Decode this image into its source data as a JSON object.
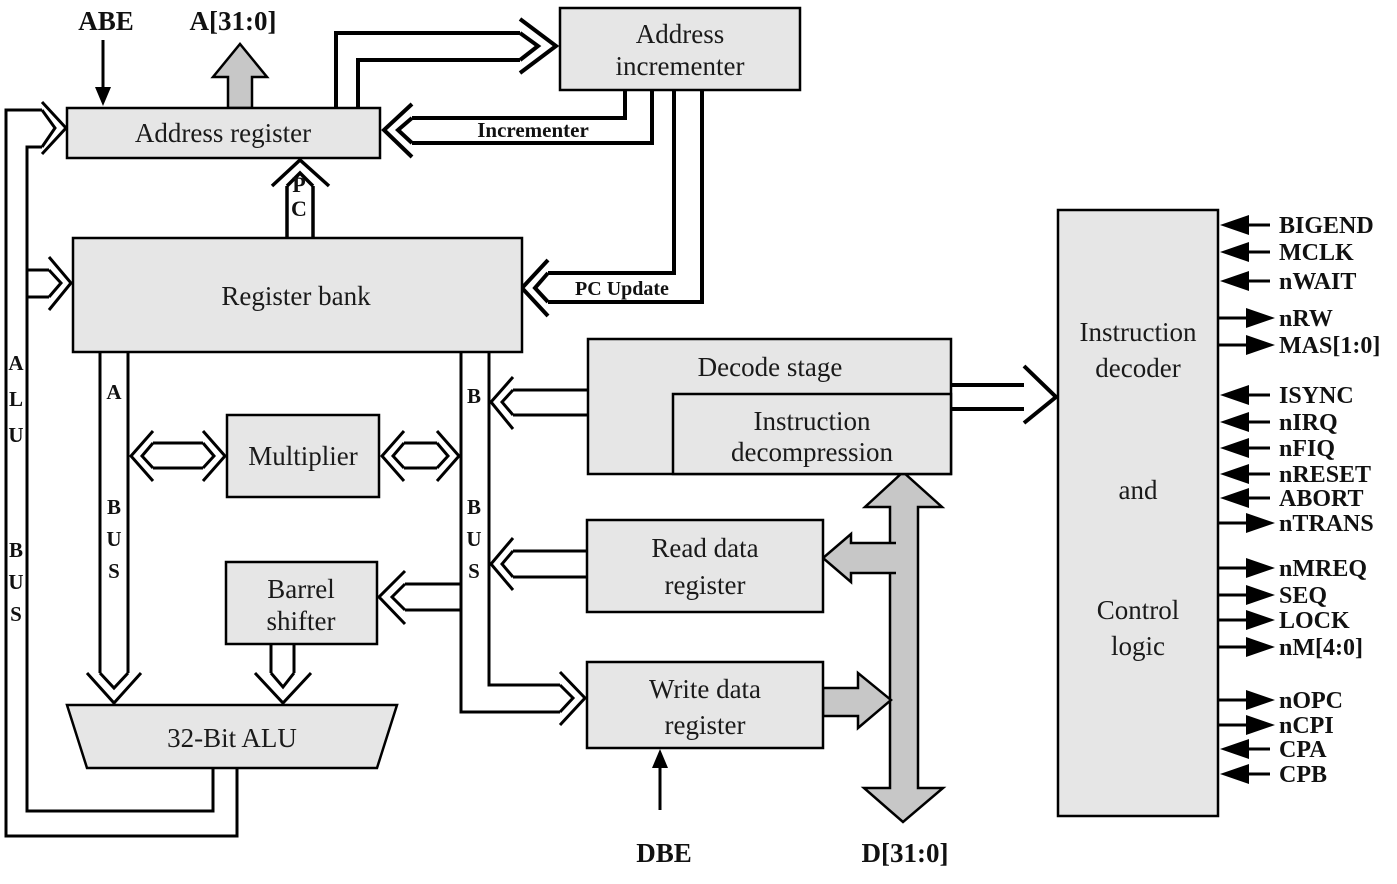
{
  "colors": {
    "background": "#ffffff",
    "block_fill": "#e6e6e6",
    "gray_bus_fill": "#c7c7c7",
    "line": "#000000"
  },
  "blocks": {
    "address_register": "Address register",
    "address_incrementer_1": "Address",
    "address_incrementer_2": "incrementer",
    "register_bank": "Register bank",
    "multiplier": "Multiplier",
    "barrel_shifter_1": "Barrel",
    "barrel_shifter_2": "shifter",
    "alu": "32-Bit ALU",
    "decode_stage": "Decode stage",
    "decompression_1": "Instruction",
    "decompression_2": "decompression",
    "read_data_1": "Read data",
    "read_data_2": "register",
    "write_data_1": "Write data",
    "write_data_2": "register",
    "decoder_1": "Instruction",
    "decoder_2": "decoder",
    "decoder_3": "and",
    "decoder_4": "Control",
    "decoder_5": "logic"
  },
  "bus_labels": {
    "abe": "ABE",
    "a31": "A[31:0]",
    "dbe": "DBE",
    "d31": "D[31:0]",
    "incrementer": "Incrementer",
    "pc_update": "PC Update",
    "pc_p": "P",
    "pc_c": "C",
    "alu_bus": [
      "A",
      "L",
      "U",
      "B",
      "U",
      "S"
    ],
    "a_bus": [
      "A",
      "B",
      "U",
      "S"
    ],
    "b_bus": [
      "B",
      "B",
      "U",
      "S"
    ]
  },
  "signals": [
    {
      "label": "BIGEND",
      "direction": "in"
    },
    {
      "label": "MCLK",
      "direction": "in"
    },
    {
      "label": "nWAIT",
      "direction": "in"
    },
    {
      "label": "nRW",
      "direction": "out"
    },
    {
      "label": "MAS[1:0]",
      "direction": "out"
    },
    {
      "label": "ISYNC",
      "direction": "in"
    },
    {
      "label": "nIRQ",
      "direction": "in"
    },
    {
      "label": "nFIQ",
      "direction": "in"
    },
    {
      "label": "nRESET",
      "direction": "in"
    },
    {
      "label": "ABORT",
      "direction": "in"
    },
    {
      "label": "nTRANS",
      "direction": "out"
    },
    {
      "label": "nMREQ",
      "direction": "out"
    },
    {
      "label": "SEQ",
      "direction": "out"
    },
    {
      "label": "LOCK",
      "direction": "out"
    },
    {
      "label": "nM[4:0]",
      "direction": "out"
    },
    {
      "label": "nOPC",
      "direction": "out"
    },
    {
      "label": "nCPI",
      "direction": "out"
    },
    {
      "label": "CPA",
      "direction": "in"
    },
    {
      "label": "CPB",
      "direction": "in"
    }
  ]
}
